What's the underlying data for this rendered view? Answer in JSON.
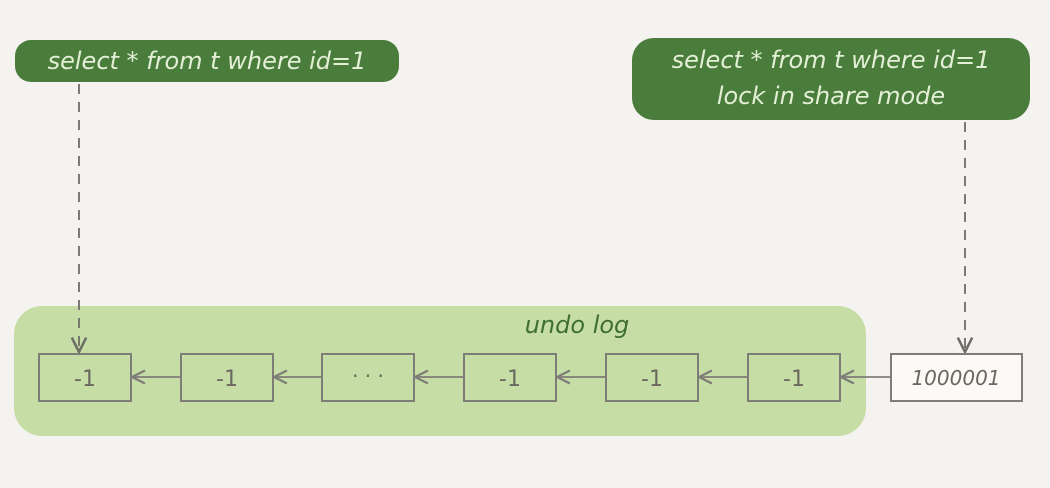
{
  "queries": {
    "left": {
      "line1": "select * from t where id=1"
    },
    "right": {
      "line1": "select * from t where id=1",
      "line2": "lock in share mode"
    }
  },
  "undo_log": {
    "label": "undo log"
  },
  "boxes": [
    {
      "text": "-1"
    },
    {
      "text": "-1"
    },
    {
      "text": "· · ·"
    },
    {
      "text": "-1"
    },
    {
      "text": "-1"
    },
    {
      "text": "-1"
    },
    {
      "text": "1000001"
    }
  ],
  "colors": {
    "background": "#f4f3ef",
    "query_fill": "#4a7c3c",
    "query_text": "#e3f0d6",
    "undo_fill": "#c6dea5",
    "undo_text": "#3e6e33",
    "box_stroke": "#7f7d77",
    "box_text": "#6a675f"
  }
}
